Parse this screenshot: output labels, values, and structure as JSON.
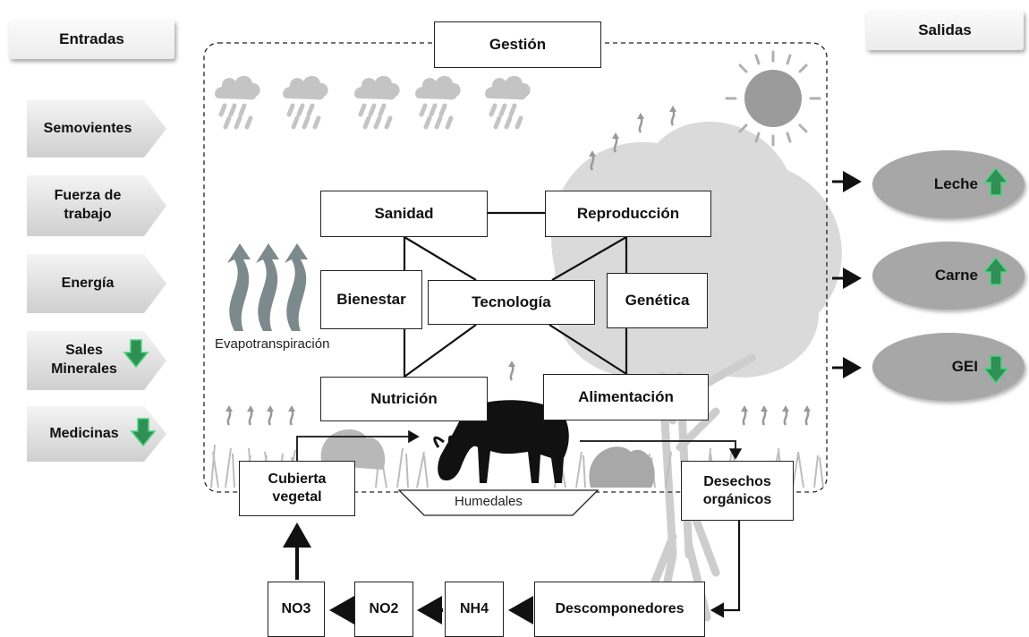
{
  "inputs": {
    "title": "Entradas",
    "items": [
      {
        "label": "Semovientes"
      },
      {
        "label": "Fuerza de trabajo"
      },
      {
        "label": "Energía"
      },
      {
        "label": "Sales Minerales",
        "trend": "down"
      },
      {
        "label": "Medicinas",
        "trend": "down"
      }
    ]
  },
  "outputs": {
    "title": "Salidas",
    "items": [
      {
        "label": "Leche",
        "trend": "up"
      },
      {
        "label": "Carne",
        "trend": "up"
      },
      {
        "label": "GEI",
        "trend": "down"
      }
    ]
  },
  "management": {
    "title": "Gestión",
    "nodes": {
      "sanidad": "Sanidad",
      "reproduccion": "Reproducción",
      "bienestar": "Bienestar",
      "tecnologia": "Tecnología",
      "genetica": "Genética",
      "nutricion": "Nutrición",
      "alimentacion": "Alimentación"
    }
  },
  "labels": {
    "evapotranspiracion": "Evapotranspiración",
    "humedales": "Humedales"
  },
  "cycle": {
    "cubierta_vegetal": "Cubierta vegetal",
    "desechos_organicos": "Desechos orgánicos",
    "descomponedores": "Descomponedores",
    "nh4": "NH4",
    "no2": "NO2",
    "no3": "NO3"
  },
  "colors": {
    "trend_up": "#2e9e57",
    "trend_down": "#2e9e57",
    "oval": "#a7a7a7",
    "illustration": "#cfcfcf"
  }
}
